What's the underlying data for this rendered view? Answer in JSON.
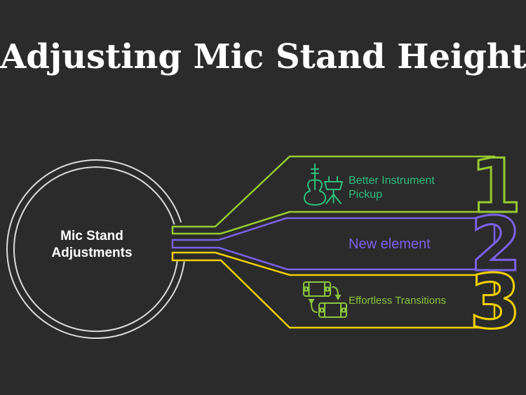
{
  "title": "Adjusting Mic Stand Height",
  "hub": {
    "label_line1": "Mic Stand",
    "label_line2": "Adjustments"
  },
  "items": [
    {
      "number": "1",
      "label_lines": [
        "Better Instrument",
        "Pickup"
      ],
      "icon": "double-bass-and-stand-icon",
      "accent": "#97ca31",
      "text_color": "#2ebe7e"
    },
    {
      "number": "2",
      "label_lines": [
        "New element"
      ],
      "icon": "none",
      "accent": "#7b61e8",
      "text_color": "#7b61e8"
    },
    {
      "number": "3",
      "label_lines": [
        "Effortless Transitions"
      ],
      "icon": "swap-clips-icon",
      "accent": "#f0d000",
      "text_color": "#8dc63f"
    }
  ],
  "colors": {
    "background": "#2b2b2b",
    "ring": "#dcdcdc",
    "heading_text": "#ffffff",
    "hub_text": "#ffffff",
    "item1_accent": "#97ca31",
    "item1_text": "#2ebe7e",
    "item2_accent": "#7b61e8",
    "item2_text": "#7b61e8",
    "item3_accent": "#f0d000",
    "item3_text": "#8dc63f"
  }
}
